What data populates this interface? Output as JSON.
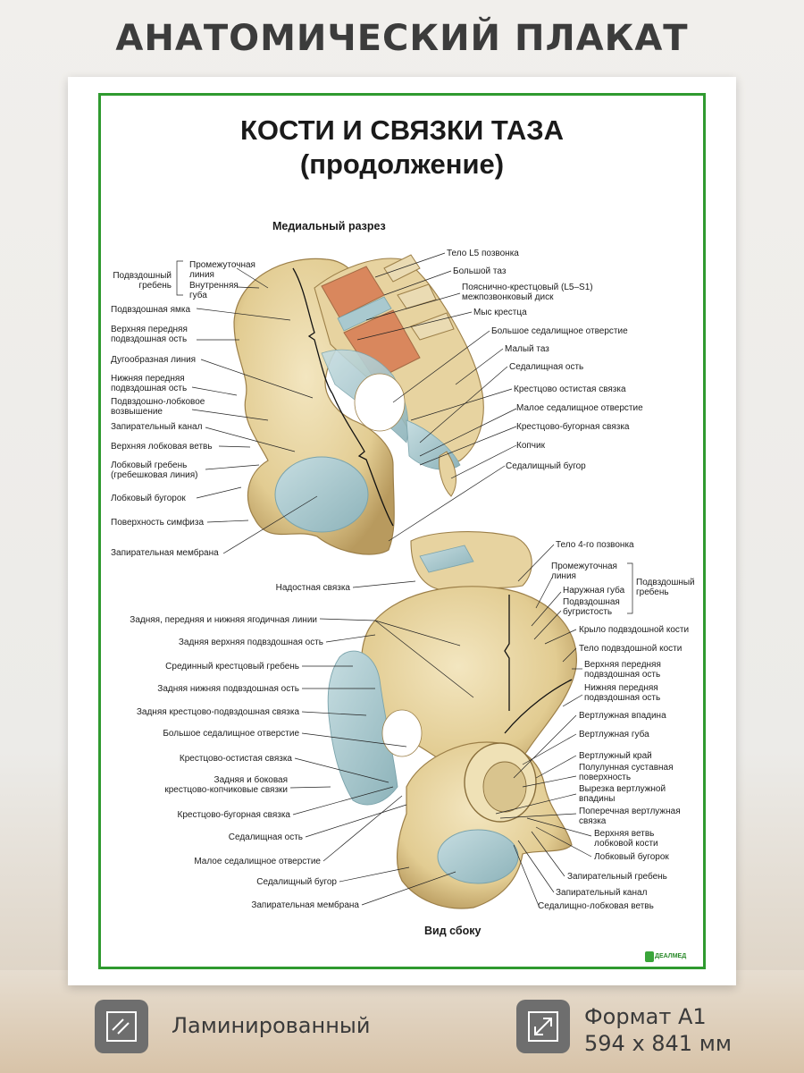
{
  "header": {
    "title": "АНАТОМИЧЕСКИЙ ПЛАКАТ"
  },
  "poster": {
    "title_line1": "КОСТИ И СВЯЗКИ ТАЗА",
    "title_line2": "(продолжение)",
    "section_medial": "Медиальный разрез",
    "section_lateral": "Вид сбоку",
    "brand": "ДЕАЛМЕД",
    "medial_left_labels": [
      "Подвздошный\nгребень",
      "Промежуточная\nлиния",
      "Внутренняя\nгуба",
      "Подвздошная ямка",
      "Верхняя передняя\nподвздошная ость",
      "Дугообразная линия",
      "Нижняя передняя\nподвздошная ость",
      "Подвздошно-лобковое\nвозвышение",
      "Запирательный канал",
      "Верхняя лобковая ветвь",
      "Лобковый гребень\n(гребешковая линия)",
      "Лобковый бугорок",
      "Поверхность симфиза",
      "Запирательная мембрана"
    ],
    "medial_right_labels": [
      "Тело L5 позвонка",
      "Большой таз",
      "Пояснично-крестцовый (L5–S1)\nмежпозвонковый диск",
      "Мыс крестца",
      "Большое седалищное отверстие",
      "Малый таз",
      "Седалищная ость",
      "Крестцово остистая связка",
      "Малое седалищное отверстие",
      "Крестцово-бугорная связка",
      "Копчик",
      "Седалищный бугор"
    ],
    "lateral_left_labels": [
      "Надостная связка",
      "Задняя, передняя и нижняя ягодичная линии",
      "Задняя верхняя подвздошная ость",
      "Срединный крестцовый гребень",
      "Задняя нижняя подвздошная ость",
      "Задняя крестцово-подвздошная связка",
      "Большое седалищное отверстие",
      "Крестцово-остистая связка",
      "Задняя и боковая\nкрестцово-копчиковые связки",
      "Крестцово-бугорная связка",
      "Седалищная ость",
      "Малое седалищное отверстие",
      "Седалищный бугор",
      "Запирательная мембрана"
    ],
    "lateral_right_labels": [
      "Тело 4-го позвонка",
      "Промежуточная\nлиния",
      "Наружная губа",
      "Подвздошная\nбугристость",
      "Подвздошный\nгребень",
      "Крыло подвздошной кости",
      "Тело подвздошной кости",
      "Верхняя передняя\nподвздошная ость",
      "Нижняя передняя\nподвздошная ость",
      "Вертлужная впадина",
      "Вертлужная губа",
      "Вертлужный край",
      "Полулунная суставная\nповерхность",
      "Вырезка вертлужной\nвпадины",
      "Поперечная вертлужная\nсвязка",
      "Верхняя ветвь\nлобковой кости",
      "Лобковый бугорок",
      "Запирательный гребень",
      "Запирательный канал",
      "Седалищно-лобковая ветвь"
    ]
  },
  "features": [
    {
      "icon": "laminate-icon",
      "text": "Ламинированный"
    },
    {
      "icon": "expand-icon",
      "text": "Формат А1\n594 x 841 мм"
    }
  ],
  "colors": {
    "frame": "#2f9a2f",
    "bone": "#e8d7a8",
    "ligament": "#a9c9cf",
    "marrow": "#d98c62"
  }
}
